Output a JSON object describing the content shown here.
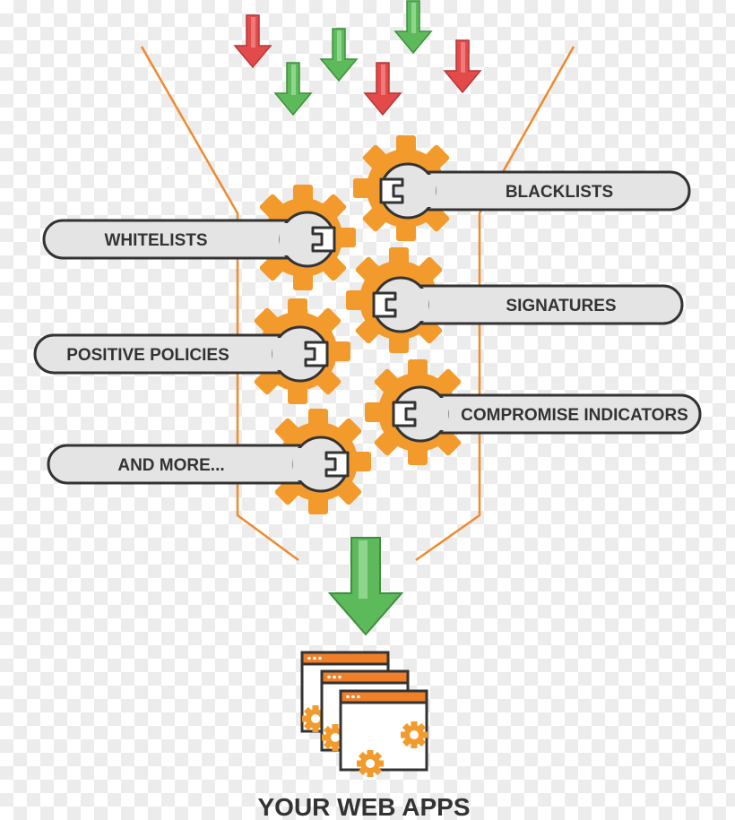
{
  "diagram": {
    "tools": [
      {
        "label": "BLACKLISTS"
      },
      {
        "label": "WHITELISTS"
      },
      {
        "label": "SIGNATURES"
      },
      {
        "label": "POSITIVE POLICIES"
      },
      {
        "label": "COMPROMISE INDICATORS"
      },
      {
        "label": "AND MORE..."
      }
    ],
    "caption": "YOUR WEB APPS",
    "colors": {
      "gear": "#f39a2c",
      "funnel": "#ef8a2e",
      "wrench_fill": "#e4e4e4",
      "outline": "#333333",
      "arrow_red": "#e34a4a",
      "arrow_green": "#5cba5a",
      "window_bar": "#f07f28"
    },
    "icons": [
      "down-arrow-icon",
      "gear-icon",
      "wrench-icon",
      "browser-window-icon"
    ]
  }
}
